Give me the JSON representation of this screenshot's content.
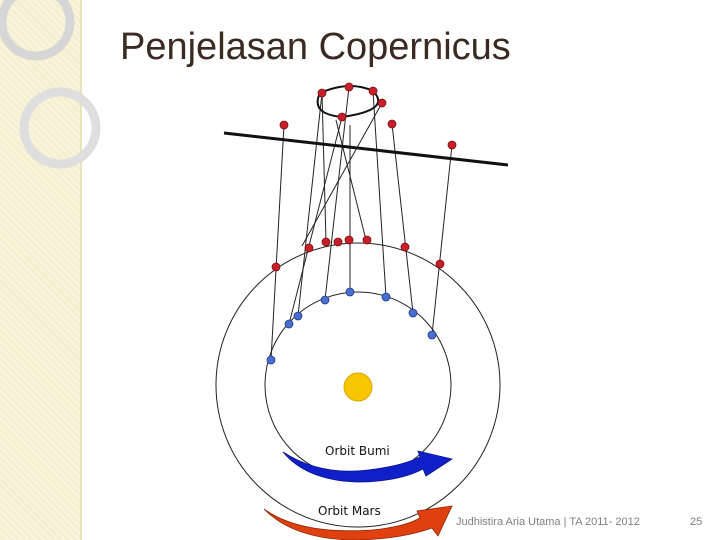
{
  "slide": {
    "title": "Penjelasan Copernicus",
    "footer": "Judhistira Aria Utama | TA 2011- 2012",
    "page_number": "25"
  },
  "diagram": {
    "labels": {
      "earth_orbit": "Orbit Bumi",
      "mars_orbit": "Orbit Mars"
    },
    "colors": {
      "earth_dot": "#4a6fd0",
      "mars_dot": "#c8202a",
      "sun": "#f7c600",
      "earth_arrow": "#1020c8",
      "mars_arrow": "#e04010"
    }
  }
}
